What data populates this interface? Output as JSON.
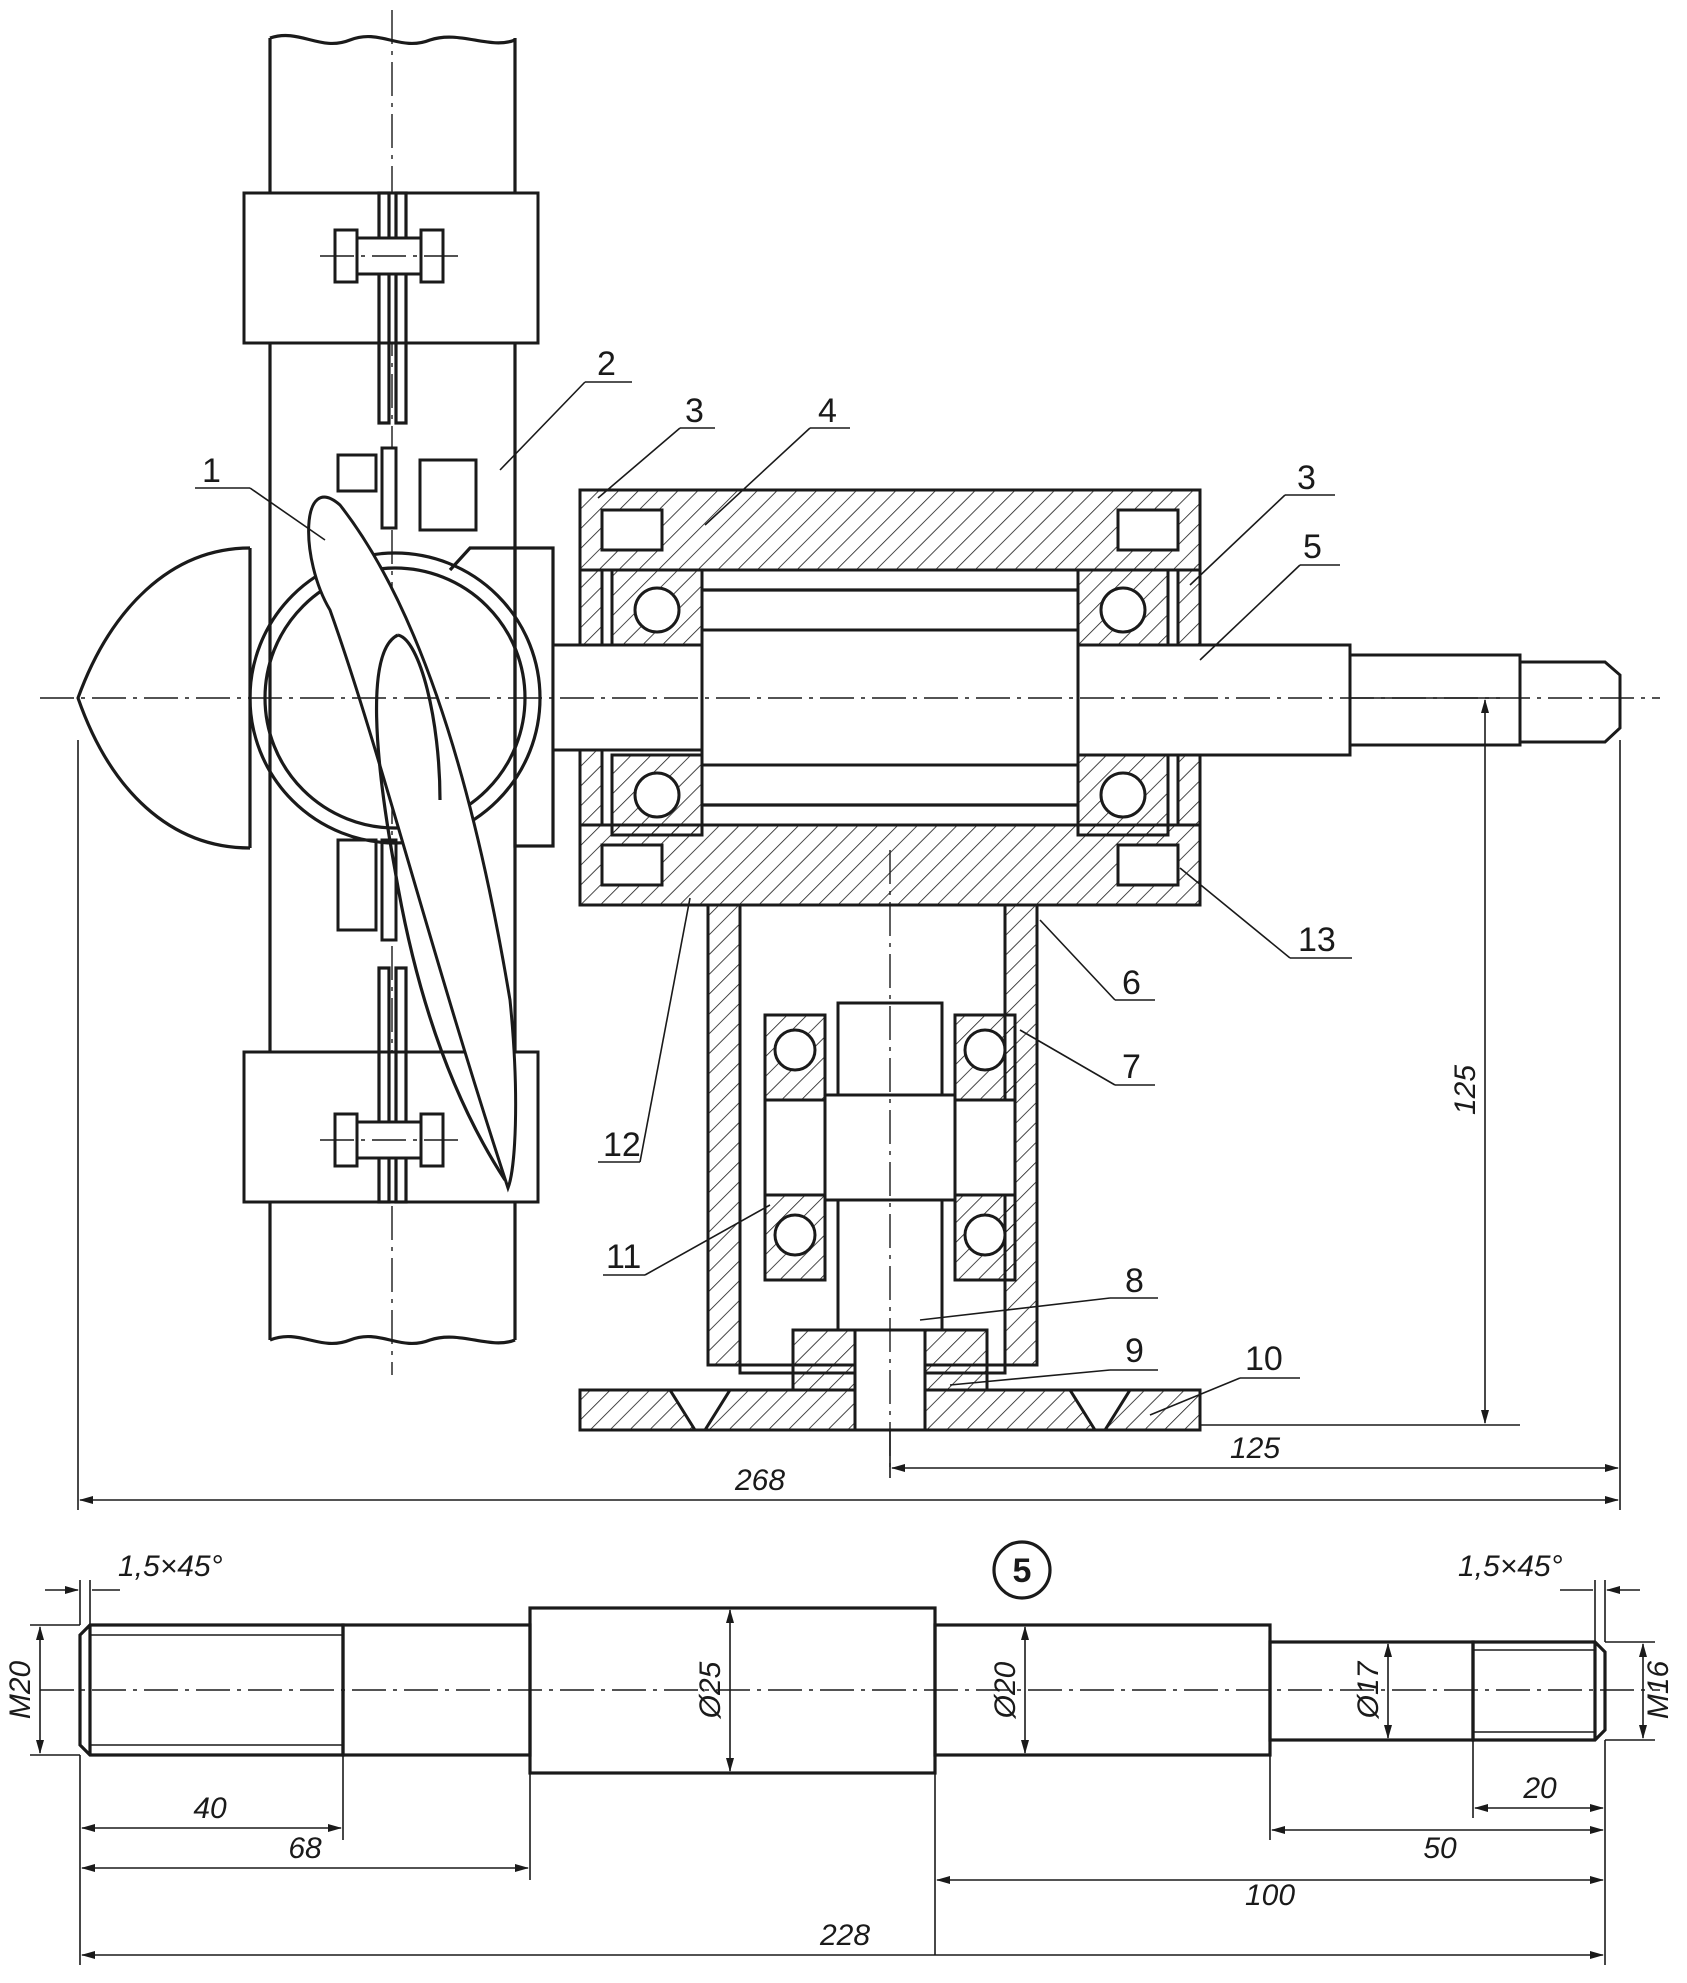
{
  "assembly": {
    "part_labels": [
      "1",
      "2",
      "3",
      "4",
      "3",
      "5",
      "13",
      "6",
      "7",
      "12",
      "11",
      "8",
      "9",
      "10"
    ],
    "dimensions": {
      "height": "125",
      "offset": "125",
      "overall_width": "268"
    }
  },
  "shaft_detail": {
    "callout": "5",
    "chamfer_left": "1,5×45°",
    "chamfer_right": "1,5×45°",
    "diameters": {
      "thread_left": "M20",
      "collar": "Ø25",
      "journal": "Ø20",
      "step": "Ø17",
      "thread_right": "M16"
    },
    "lengths": {
      "left_thread": "40",
      "left_to_collar": "68",
      "right_thread": "20",
      "right_step": "50",
      "collar_to_end": "100",
      "overall": "228"
    }
  }
}
